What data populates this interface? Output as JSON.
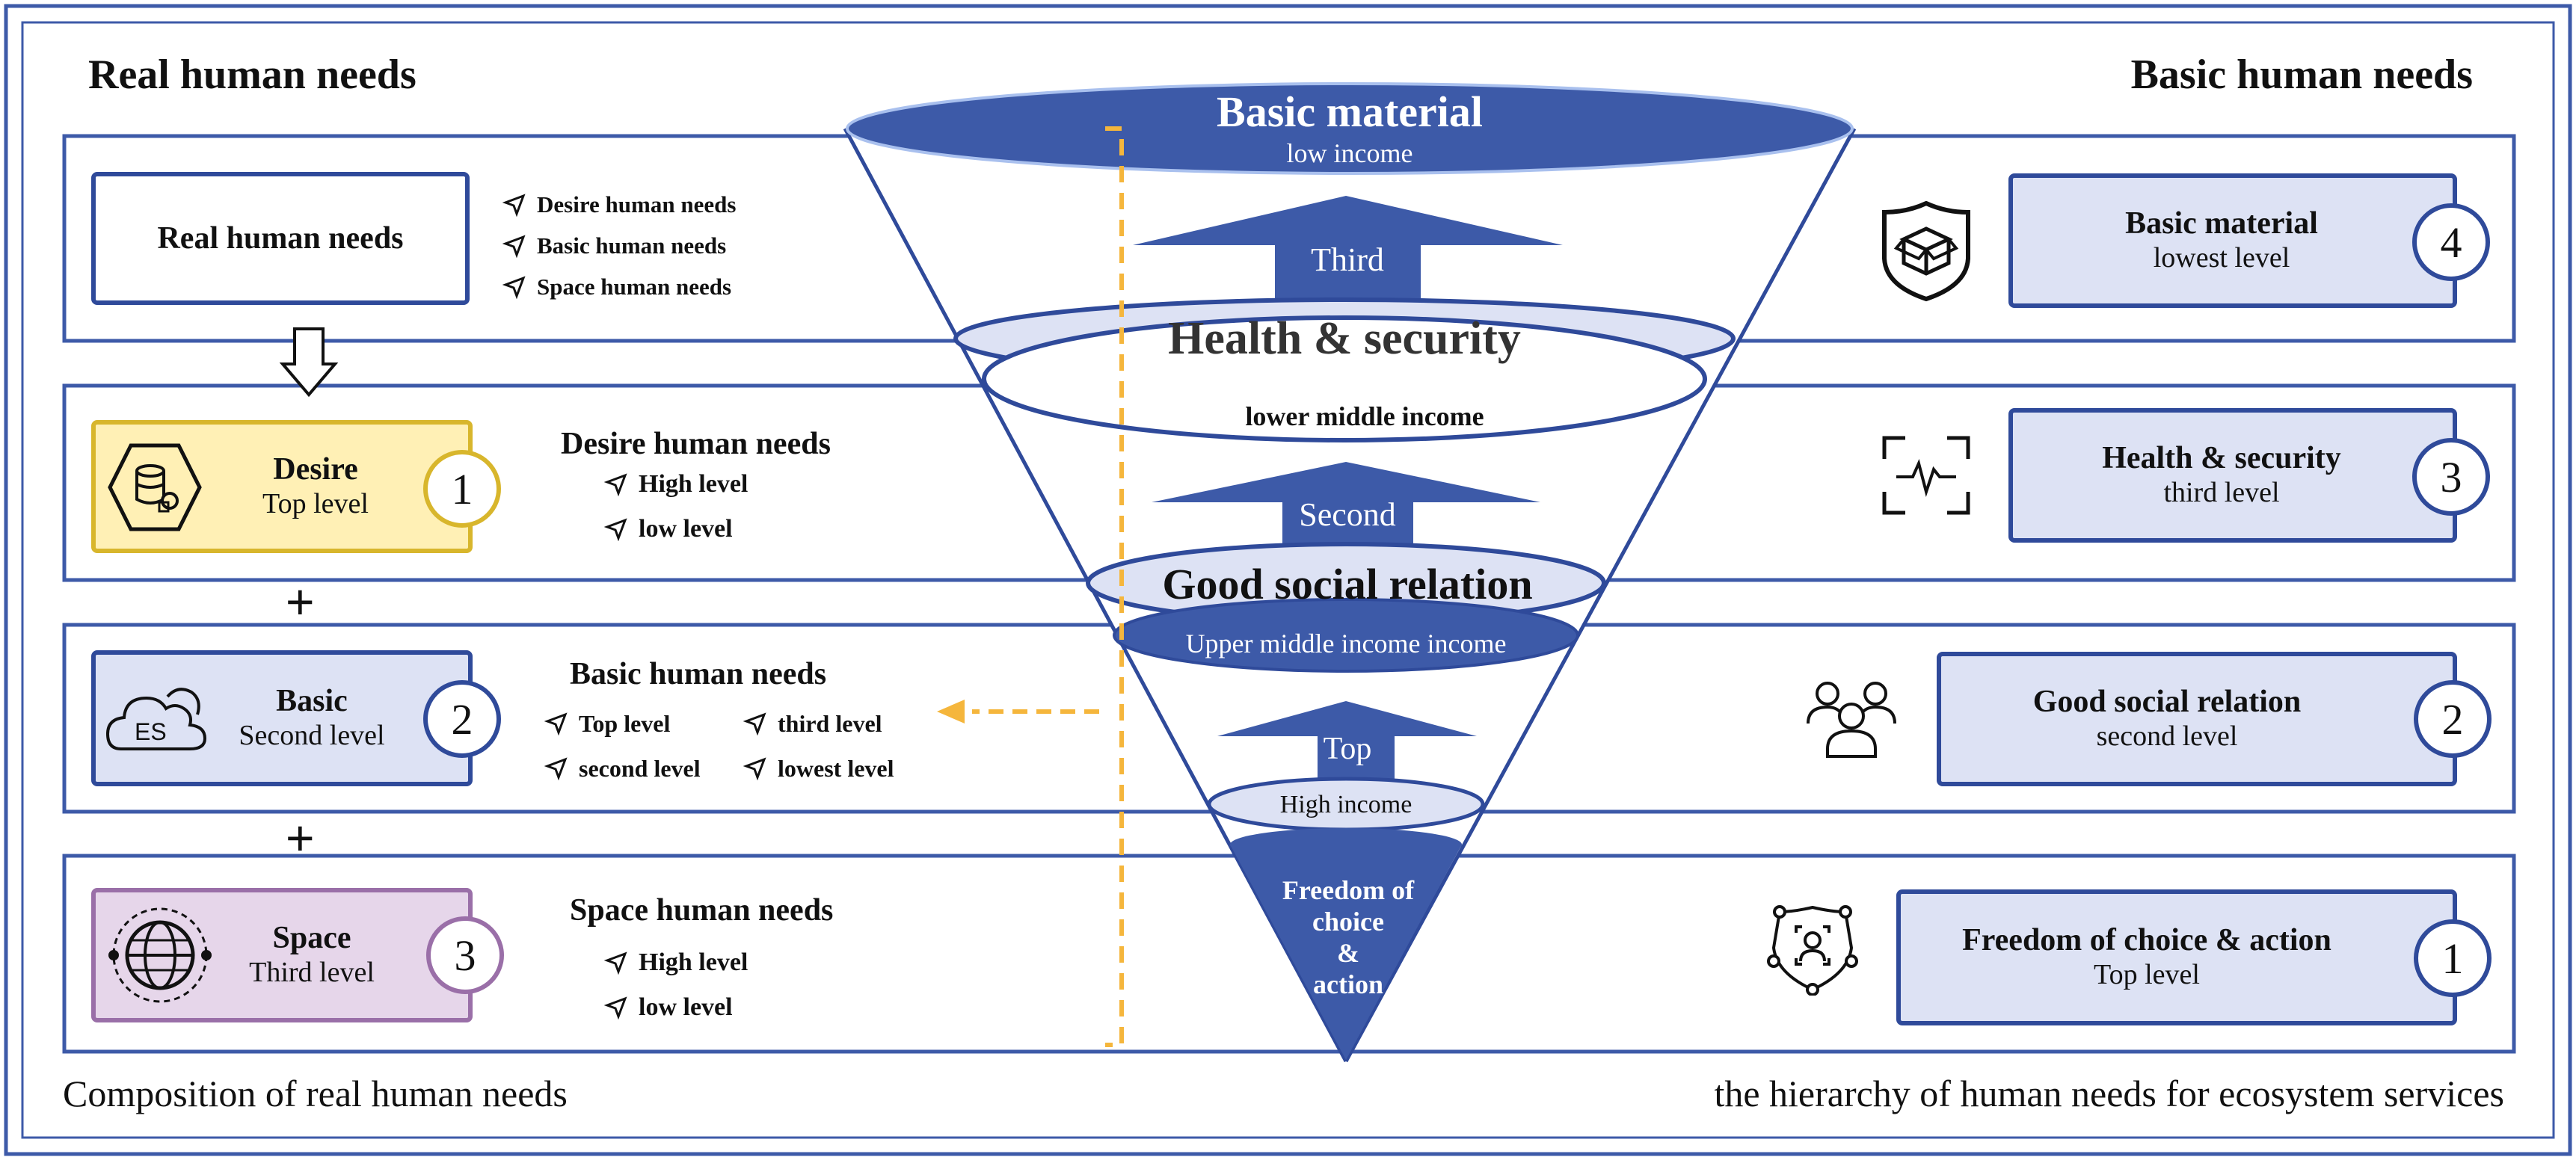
{
  "headers": {
    "left": "Real human needs",
    "right": "Basic human needs"
  },
  "left_panel": {
    "row1": {
      "card_title": "Real human needs",
      "items": [
        "Desire human needs",
        "Basic human needs",
        "Space human needs"
      ]
    },
    "row2": {
      "card_title": "Desire",
      "card_sub": "Top level",
      "badge": "1",
      "group_title": "Desire human needs",
      "items": [
        "High level",
        "low level"
      ]
    },
    "row3": {
      "card_title": "Basic",
      "card_sub": "Second level",
      "badge": "2",
      "icon_text": "ES",
      "group_title": "Basic human needs",
      "items": [
        "Top level",
        "third level",
        "second level",
        "lowest level"
      ]
    },
    "row4": {
      "card_title": "Space",
      "card_sub": "Third level",
      "badge": "3",
      "group_title": "Space human needs",
      "items": [
        "High level",
        "low level"
      ]
    },
    "plus1": "+",
    "plus2": "+"
  },
  "funnel": {
    "level1_title": "Basic material",
    "level1_sub": "low income",
    "arrow1": "Third",
    "level2_title": "Health & security",
    "level2_sub": "lower middle income",
    "arrow2": "Second",
    "level3_title": "Good social relation",
    "level3_sub": "Upper middle income income",
    "arrow3": "Top",
    "level4_sub": "High income",
    "tip_lines": [
      "Freedom of",
      "choice",
      "&",
      "action"
    ]
  },
  "right_panel": [
    {
      "title": "Basic material",
      "sub": "lowest level",
      "badge": "4",
      "icon": "box-shield-icon"
    },
    {
      "title": "Health & security",
      "sub": "third level",
      "badge": "3",
      "icon": "heartbeat-scan-icon"
    },
    {
      "title": "Good social relation",
      "sub": "second level",
      "badge": "2",
      "icon": "people-group-icon"
    },
    {
      "title": "Freedom of choice & action",
      "sub": "Top level",
      "badge": "1",
      "icon": "person-shield-icon"
    }
  ],
  "captions": {
    "left": "Composition of real human needs",
    "right": "the hierarchy of human needs for ecosystem services"
  },
  "colors": {
    "navy": "#2f4a9a",
    "funnel_fill": "#3d5aa8",
    "light_blue": "#dde2f4",
    "yellow_fill": "#fff0b5",
    "yellow_border": "#d8b62c",
    "purple_fill": "#e6d6ea",
    "purple_border": "#9a6fa8",
    "dash_orange": "#f5b63c"
  }
}
